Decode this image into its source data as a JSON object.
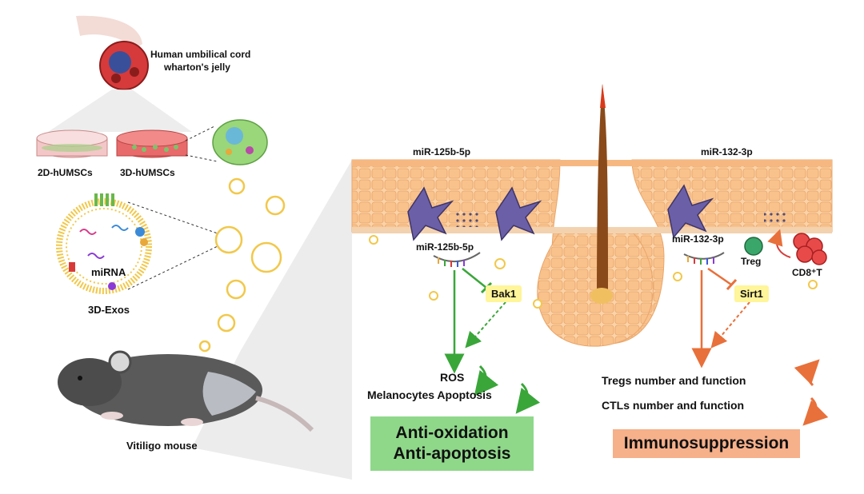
{
  "source": {
    "label_line1": "Human umbilical cord",
    "label_line2": "wharton's jelly"
  },
  "cultures": {
    "dish_2d": "2D-hUMSCs",
    "dish_3d": "3D-hUMSCs"
  },
  "exosome": {
    "cargo": "miRNA",
    "name": "3D-Exos"
  },
  "model": {
    "label": "Vitiligo mouse"
  },
  "skin_headers": {
    "left": "miR-125b-5p",
    "right": "miR-132-3p"
  },
  "left_pathway": {
    "mirna": "miR-125b-5p",
    "target": "Bak1",
    "outcome_1": "ROS",
    "outcome_2": "Melanocytes Apoptosis",
    "effect_line1": "Anti-oxidation",
    "effect_line2": "Anti-apoptosis"
  },
  "right_pathway": {
    "mirna": "miR-132-3p",
    "target": "Sirt1",
    "cell_treg": "Treg",
    "cell_cd8": "CD8⁺T",
    "outcome_1": "Tregs number and function",
    "outcome_2": "CTLs number and function",
    "effect": "Immunosuppression"
  },
  "colors": {
    "green_arrow": "#3aa63a",
    "orange_arrow": "#e8703a",
    "green_box": "#8fd88a",
    "orange_box": "#f6b08a",
    "skin": "#f7c89a",
    "melanocyte": "#6b5fa8",
    "hair": "#8a4a1a"
  }
}
